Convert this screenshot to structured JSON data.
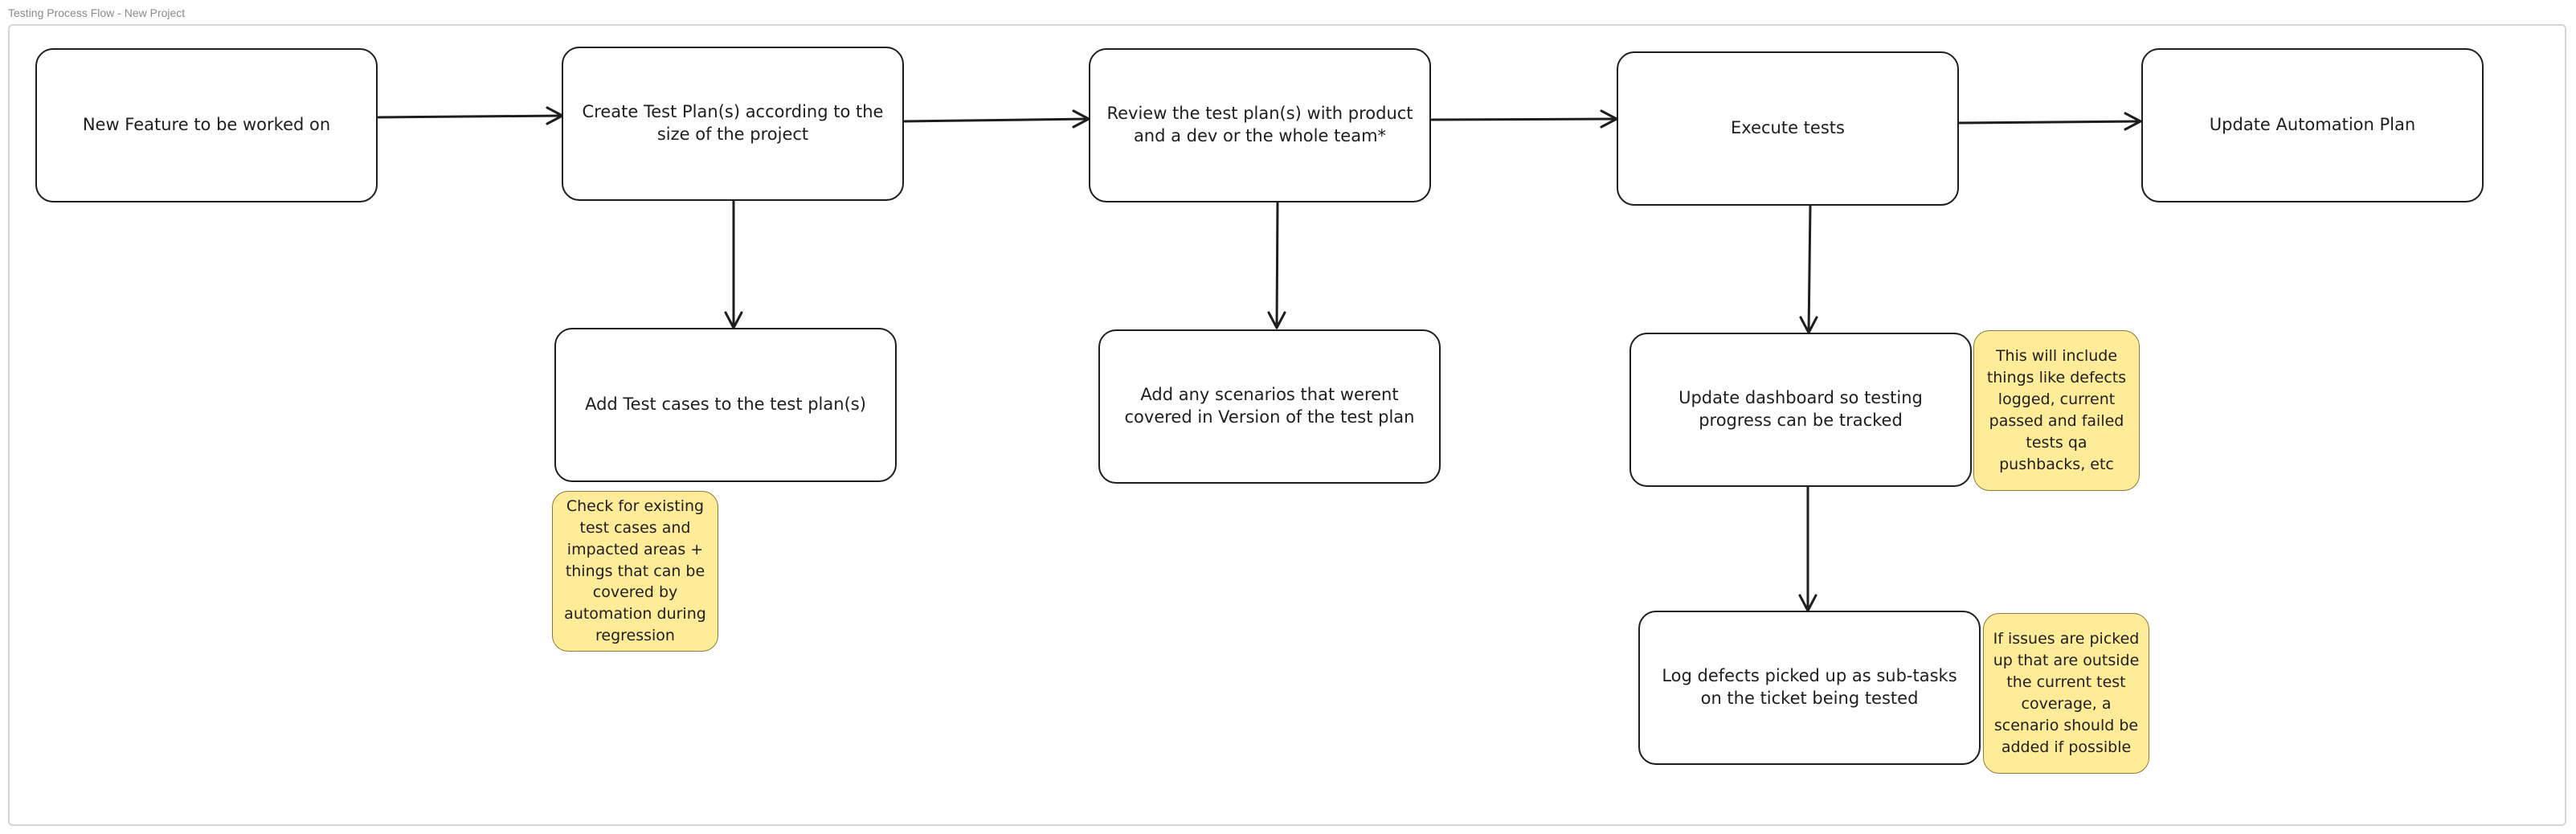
{
  "window": {
    "title": "Testing Process Flow - New Project"
  },
  "colors": {
    "node_border": "#1e1e1e",
    "node_fill": "#ffffff",
    "note_fill": "#ffec99",
    "note_border": "#8c7a3a",
    "frame_border": "#d4d4d4",
    "connector": "#1e1e1e"
  },
  "nodes": {
    "new_feature": "New Feature to be worked on",
    "create_test_plan": "Create Test Plan(s) according to the size of the project",
    "review_test_plan": "Review the test plan(s) with product and a dev or the whole team*",
    "execute_tests": "Execute tests",
    "update_automation": "Update Automation Plan",
    "add_test_cases": "Add Test cases to the test plan(s)",
    "add_scenarios": "Add any scenarios that werent covered in Version of the test plan",
    "update_dashboard": "Update dashboard so testing progress can be tracked",
    "log_defects": "Log defects picked up as sub-tasks on the ticket being tested"
  },
  "notes": {
    "existing_cases": "Check for existing test cases and impacted areas + things that can be covered by automation during regression",
    "dashboard_details": "This will include things like defects logged, current passed and failed tests qa pushbacks, etc",
    "coverage_issues": "If issues are picked up that are outside the current test coverage, a scenario should be added if possible"
  },
  "edges": [
    {
      "from": "new_feature",
      "to": "create_test_plan"
    },
    {
      "from": "create_test_plan",
      "to": "review_test_plan"
    },
    {
      "from": "review_test_plan",
      "to": "execute_tests"
    },
    {
      "from": "execute_tests",
      "to": "update_automation"
    },
    {
      "from": "create_test_plan",
      "to": "add_test_cases"
    },
    {
      "from": "review_test_plan",
      "to": "add_scenarios"
    },
    {
      "from": "execute_tests",
      "to": "update_dashboard"
    },
    {
      "from": "update_dashboard",
      "to": "log_defects"
    }
  ]
}
